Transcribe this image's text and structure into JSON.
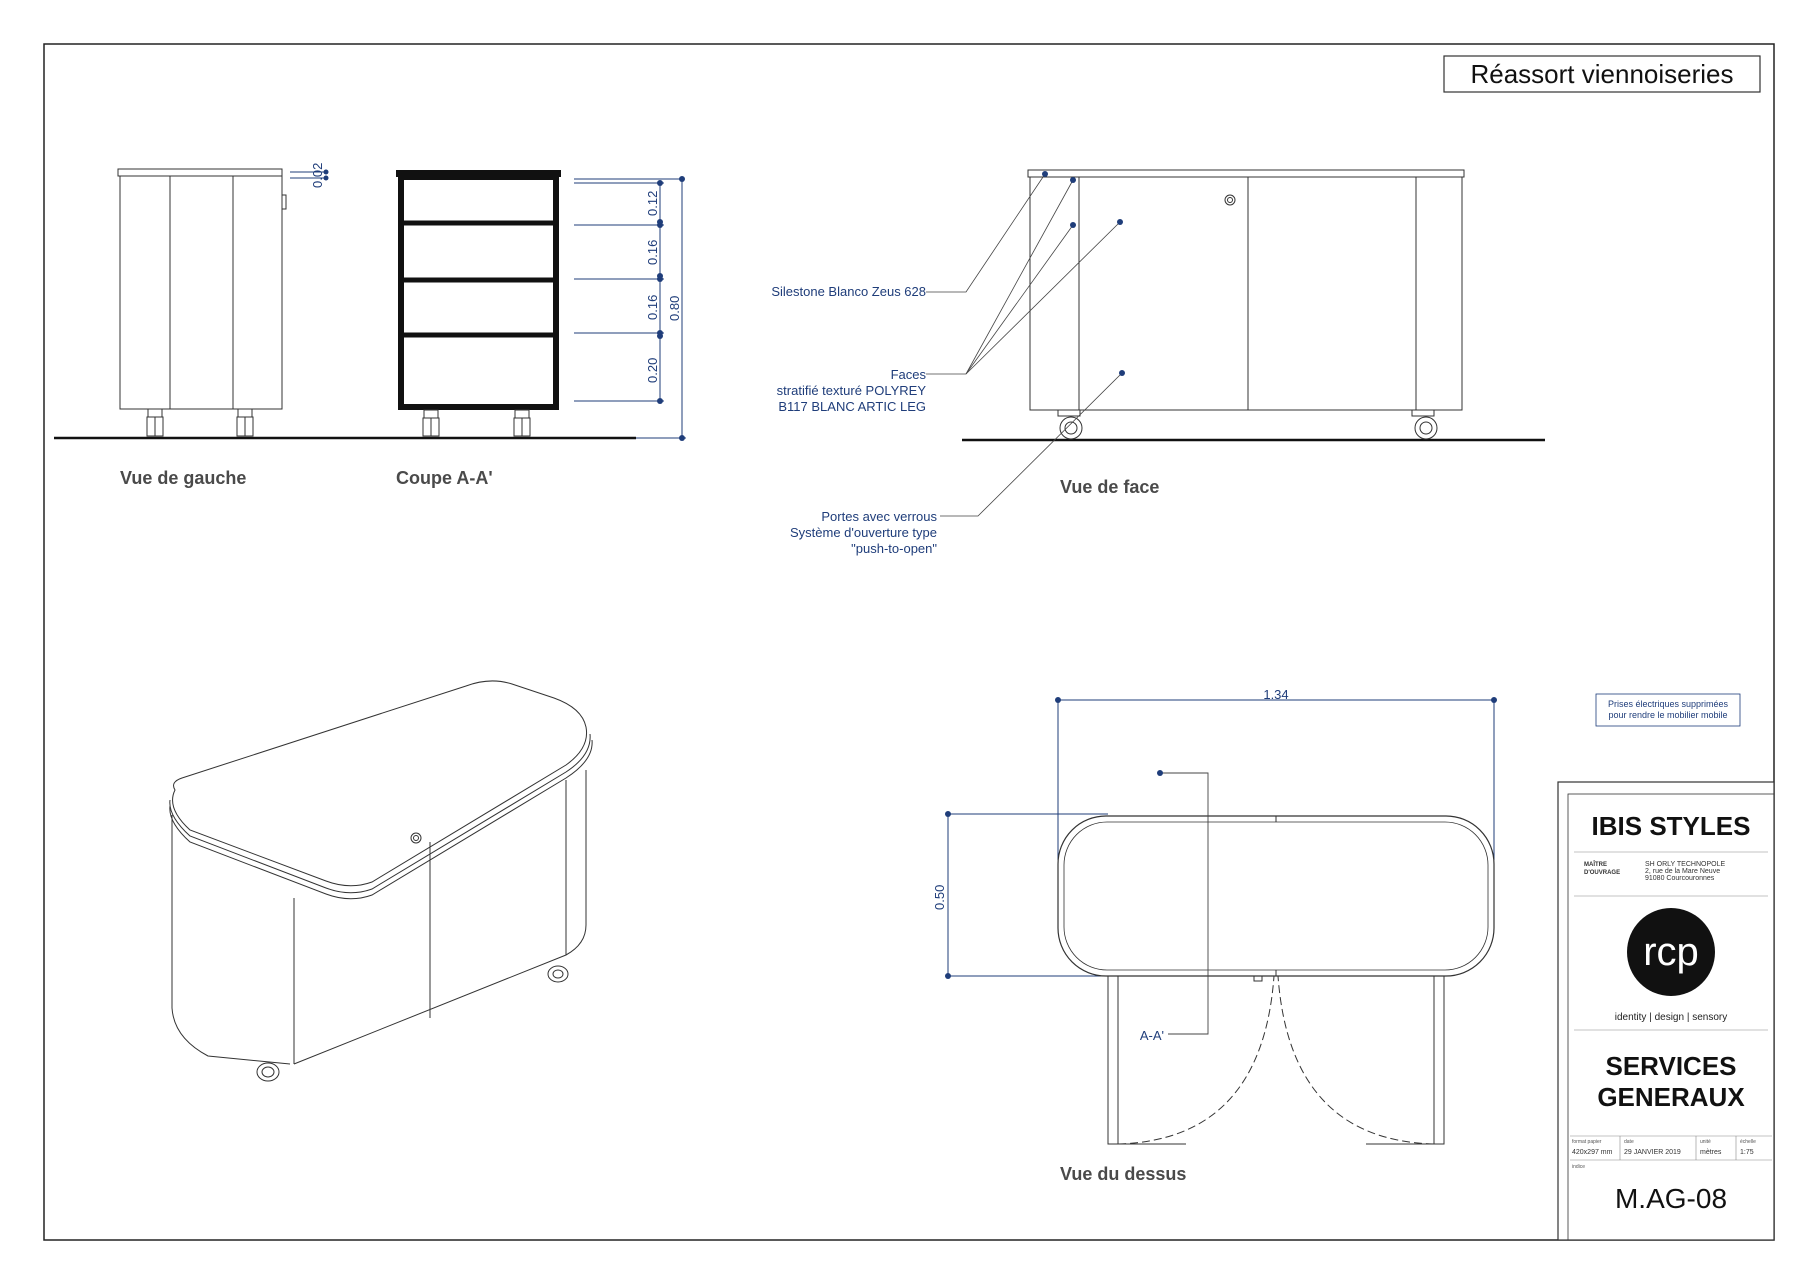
{
  "sheet": {
    "title": "Réassort viennoiseries",
    "views": {
      "left": "Vue de gauche",
      "section": "Coupe A-A'",
      "front": "Vue de face",
      "top": "Vue du dessus"
    },
    "dimensions": {
      "top_thickness": "0.02",
      "shelf_1": "0.12",
      "shelf_2": "0.16",
      "shelf_3": "0.16",
      "shelf_4": "0.20",
      "total_height": "0.80",
      "width": "1.34",
      "depth": "0.50"
    },
    "notes": {
      "top_material": "Silestone Blanco Zeus 628",
      "faces_line1": "Faces",
      "faces_line2": "stratifié texturé POLYREY",
      "faces_line3": "B117 BLANC ARTIC LEG",
      "doors_line1": "Portes avec verrous",
      "doors_line2": "Système d'ouverture type",
      "doors_line3": "\"push-to-open\"",
      "section_marker": "A-A'",
      "outlets_line1": "Prises électriques supprimées",
      "outlets_line2": "pour rendre le mobilier mobile"
    }
  },
  "title_block": {
    "client": "IBIS STYLES",
    "owner_label_1": "MAÎTRE",
    "owner_label_2": "D'OUVRAGE",
    "owner_line1": "SH ORLY TECHNOPOLE",
    "owner_line2": "2, rue de la Mare Neuve",
    "owner_line3": "91080 Courcouronnes",
    "logo_text": "rcp",
    "tagline": "identity  |  design  |  sensory",
    "department_line1": "SERVICES",
    "department_line2": "GENERAUX",
    "meta": {
      "format_label": "format papier",
      "format_value": "420x297 mm",
      "date_label": "date",
      "date_value": "29 JANVIER 2019",
      "unit_label": "unité",
      "unit_value": "mètres",
      "scale_label": "échelle",
      "scale_value": "1:75",
      "index_label": "indice"
    },
    "drawing_number": "M.AG-08"
  }
}
